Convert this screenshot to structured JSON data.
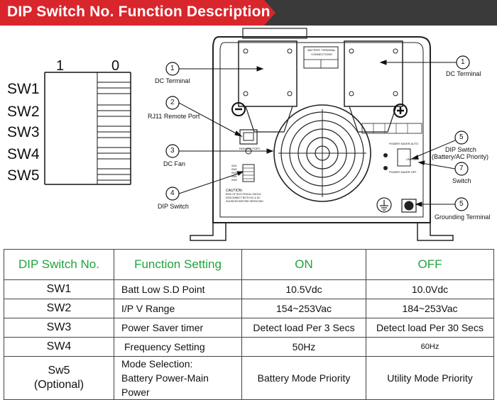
{
  "header": {
    "title": "DIP Switch No. Function Description"
  },
  "dip_legend": {
    "on_label": "1",
    "off_label": "0",
    "switches": [
      "SW1",
      "SW2",
      "SW3",
      "SW4",
      "SW5"
    ]
  },
  "callouts": {
    "dc_terminal_left": {
      "num": "1",
      "label": "DC Terminal"
    },
    "rj11": {
      "num": "2",
      "label": "RJ11 Remote Port"
    },
    "dc_fan": {
      "num": "3",
      "label": "DC Fan"
    },
    "dip_switch_left": {
      "num": "4",
      "label": "DIP Switch"
    },
    "dc_terminal_right": {
      "num": "1",
      "label": "DC Terminal"
    },
    "dip_switch_right": {
      "num": "5",
      "label": "DIP Switch",
      "sub": "(Battery/AC Priority)"
    },
    "switch": {
      "num": "7",
      "label": "Switch"
    },
    "grounding": {
      "num": "5",
      "label": "Grounding Terminal"
    }
  },
  "panel_text": {
    "battery_label": "BATTERY TERMINAL CONNECTIONS",
    "remote_port": "REMOTE PORT",
    "power_saver_auto": "POWER SAVER AUTO",
    "power_saver_off": "POWER SAVER OFF",
    "unit_off": "UNIT OFF",
    "caution": "CAUTION:",
    "caution_text": "RISK OF ELECTRICAL SHOCK DISCONNECT BOTH AC & DC SOURCES BEFORE SERVICING",
    "sw_labels": [
      "SW1",
      "SW2",
      "SW3",
      "SW4",
      "SW5"
    ]
  },
  "table": {
    "headers": [
      "DIP Switch No.",
      "Function Setting",
      "ON",
      "OFF"
    ],
    "rows": [
      {
        "sw": "SW1",
        "function": "Batt Low S.D Point",
        "on": "10.5Vdc",
        "off": "10.0Vdc"
      },
      {
        "sw": "SW2",
        "function": "I/P V Range",
        "on": "154~253Vac",
        "off": "184~253Vac"
      },
      {
        "sw": "SW3",
        "function": "Power Saver timer",
        "on": "Detect load Per 3 Secs",
        "off": "Detect load Per 30 Secs"
      },
      {
        "sw": "SW4",
        "function": "Frequency Setting",
        "on": "50Hz",
        "off": "60Hz"
      }
    ],
    "last_row": {
      "sw_line1": "Sw5",
      "sw_line2": "(Optional)",
      "function_line1": "Mode Selection:",
      "function_line2": "Battery Power-Main Power",
      "on": "Battery Mode Priority",
      "off": "Utility Mode Priority"
    }
  }
}
